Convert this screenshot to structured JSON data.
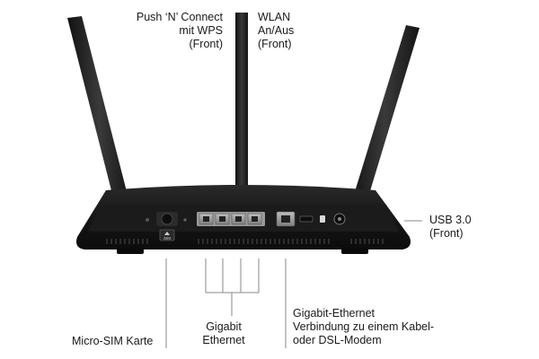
{
  "labels": {
    "wps": [
      "Push ‘N’ Connect",
      "mit WPS",
      "(Front)"
    ],
    "wlan": [
      "WLAN",
      "An/Aus",
      "(Front)"
    ],
    "usb": [
      "USB 3.0",
      "(Front)"
    ],
    "sim": [
      "Micro-SIM Karte"
    ],
    "gigabit": [
      "Gigabit",
      "Ethernet"
    ],
    "wan": [
      "Gigabit-Ethernet",
      "Verbindung zu einem Kabel-",
      "oder DSL-Modem"
    ]
  },
  "device_text": {
    "sim_slot": "SIM"
  },
  "colors": {
    "router_body": "#151515",
    "antenna": "#222222",
    "leader_line": "#8a8a8a",
    "text": "#1a1a1a"
  }
}
